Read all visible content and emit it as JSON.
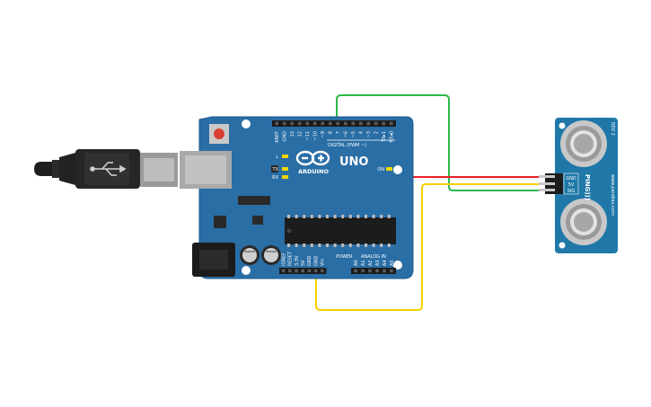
{
  "board": {
    "brand": "ARDUINO",
    "model": "UNO",
    "digital_header_label": "DIGITAL (PWM ~)",
    "power_header_label": "POWER",
    "analog_header_label": "ANALOG IN",
    "on_label": "ON",
    "led_l": "L",
    "led_tx": "TX",
    "led_rx": "RX",
    "digital_pins": [
      "AREF",
      "GND",
      "13",
      "12",
      "~11",
      "~10",
      "~9",
      "8",
      "7",
      "~6",
      "~5",
      "4",
      "~3",
      "2",
      "TX▸1",
      "RX◂0"
    ],
    "power_pins": [
      "IOREF",
      "RESET",
      "3.3V",
      "5V",
      "GND",
      "GND",
      "Vin"
    ],
    "analog_pins": [
      "A0",
      "A1",
      "A2",
      "A3",
      "A4",
      "A5"
    ]
  },
  "sensor": {
    "name": "PING)))",
    "pins": [
      "GND",
      "5V",
      "SIG"
    ],
    "top_text": "REV 2",
    "side_text": "www.parallax.com"
  },
  "wires": {
    "signal": "#2db84b",
    "power": "#e8202a",
    "ground": "#f5d000",
    "neutral": "#c8c8c8"
  },
  "colors": {
    "board": "#2a6ea6",
    "board_edge": "#1f5a8a",
    "sensor": "#1f78a8"
  }
}
